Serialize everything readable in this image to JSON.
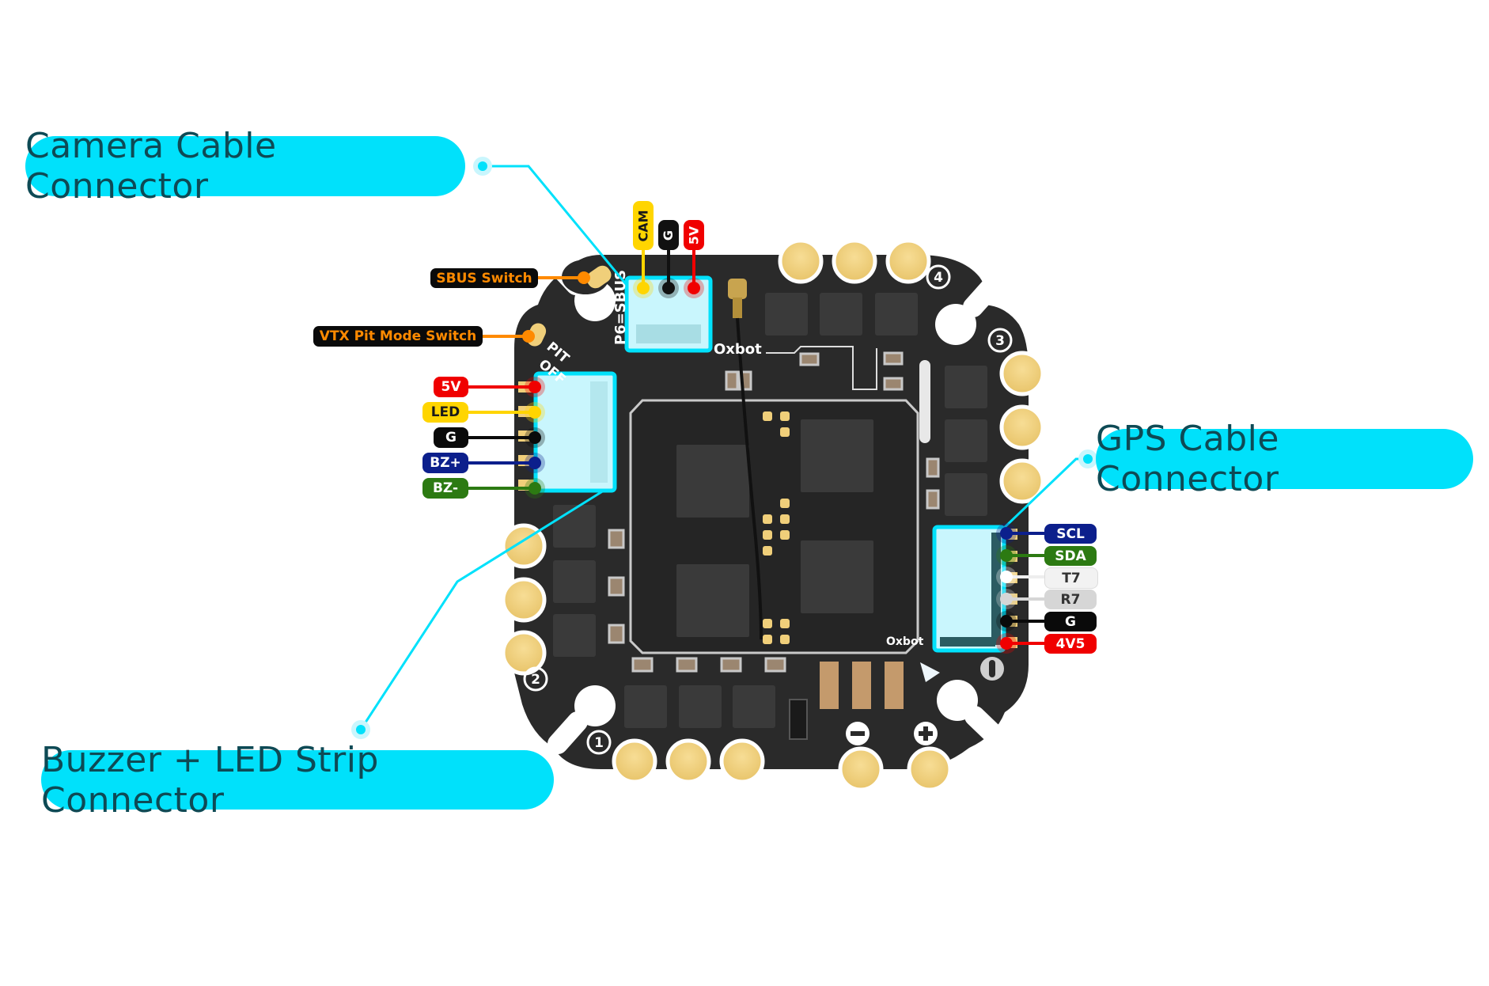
{
  "callouts": {
    "camera": "Camera Cable Connector",
    "gps": "GPS Cable Connector",
    "buzzer_led": "Buzzer + LED Strip Connector"
  },
  "switches": {
    "sbus": "SBUS Switch",
    "vtx_pit": "VTX Pit Mode Switch"
  },
  "camera_pins": [
    {
      "label": "CAM",
      "color": "#ffd500",
      "text_color": "#1a1a1a"
    },
    {
      "label": "G",
      "color": "#111111",
      "text_color": "#ffffff"
    },
    {
      "label": "5V",
      "color": "#f00000",
      "text_color": "#ffffff"
    }
  ],
  "buzzer_led_pins": [
    {
      "label": "5V",
      "color": "#f00000",
      "text_color": "#ffffff"
    },
    {
      "label": "LED",
      "color": "#ffd500",
      "text_color": "#1a1a1a"
    },
    {
      "label": "G",
      "color": "#0a0a0a",
      "text_color": "#ffffff"
    },
    {
      "label": "BZ+",
      "color": "#0c1f8c",
      "text_color": "#ffffff"
    },
    {
      "label": "BZ-",
      "color": "#2c7a12",
      "text_color": "#ffffff"
    }
  ],
  "gps_pins": [
    {
      "label": "SCL",
      "color": "#0c1f8c",
      "text_color": "#ffffff"
    },
    {
      "label": "SDA",
      "color": "#2c7a12",
      "text_color": "#ffffff"
    },
    {
      "label": "T7",
      "color": "#f2f2f2",
      "text_color": "#333333"
    },
    {
      "label": "R7",
      "color": "#d6d6d6",
      "text_color": "#333333"
    },
    {
      "label": "G",
      "color": "#0a0a0a",
      "text_color": "#ffffff"
    },
    {
      "label": "4V5",
      "color": "#f00000",
      "text_color": "#ffffff"
    }
  ],
  "board": {
    "silkscreen_brand": "Oxbot",
    "silkscreen_sbus": "P6=SBUS",
    "silkscreen_pit": "PIT",
    "silkscreen_off": "OFF",
    "motor_labels": [
      "1",
      "2",
      "3",
      "4"
    ],
    "battery_neg": "−",
    "battery_pos": "+"
  },
  "colors": {
    "accent": "#00e1fb",
    "switch_line": "#ff8a00",
    "board": "#2a2a2a",
    "pad": "#f0cf7a"
  }
}
